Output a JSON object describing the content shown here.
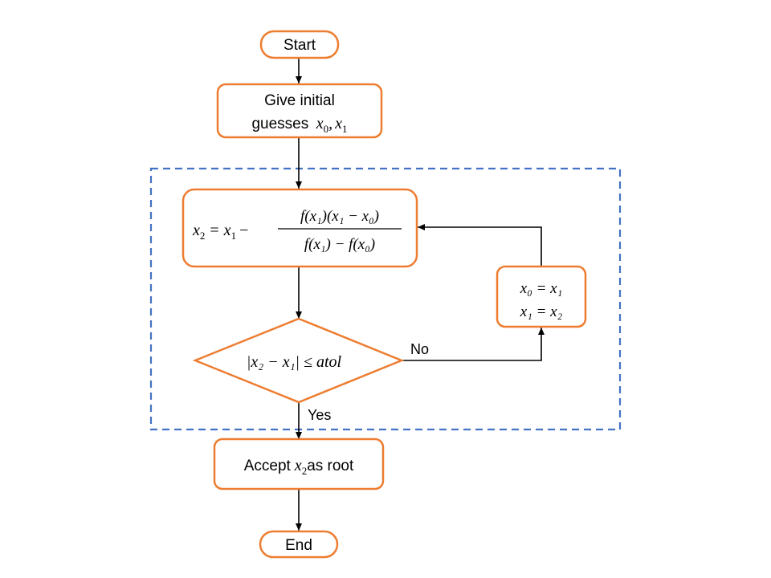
{
  "colors": {
    "node_border": "#ED7D31",
    "dashed_group": "#4472C4",
    "arrow": "#000000"
  },
  "nodes": {
    "start": {
      "label": "Start"
    },
    "initial_guess": {
      "line1": "Give initial",
      "line2_prefix": "guesses",
      "x0": "x",
      "x0_sub": "0",
      "comma": ",",
      "x1": "x",
      "x1_sub": "1"
    },
    "update_formula": {
      "lhs": "x",
      "lhs_sub": "2",
      "equals": "=",
      "x1": "x",
      "x1_sub": "1",
      "minus": "−",
      "numerator": "f(x₁)(x₁ − x₀)",
      "denominator": "f(x₁) − f(x₀)"
    },
    "tolerance_check": {
      "expression": "|x₂ − x₁| ≤ atol"
    },
    "swap": {
      "line1": "x₀ = x₁",
      "line2": "x₁ = x₂"
    },
    "accept": {
      "prefix": "Accept",
      "var": "x",
      "var_sub": "2",
      "suffix": "as root"
    },
    "end": {
      "label": "End"
    }
  },
  "edges": {
    "no_label": "No",
    "yes_label": "Yes"
  }
}
